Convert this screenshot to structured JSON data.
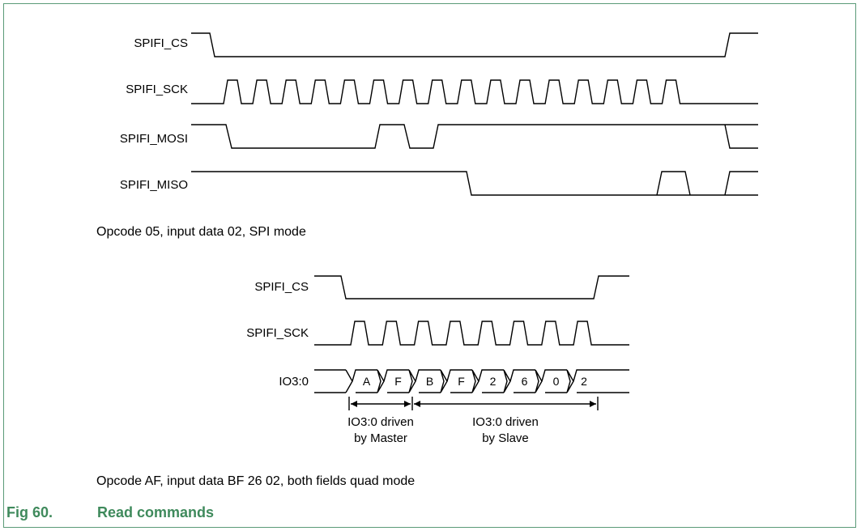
{
  "diagram1": {
    "signals": [
      "SPIFI_CS",
      "SPIFI_SCK",
      "SPIFI_MOSI",
      "SPIFI_MISO"
    ],
    "caption": "Opcode 05, input data 02, SPI mode"
  },
  "diagram2": {
    "signals": [
      "SPIFI_CS",
      "SPIFI_SCK",
      "IO3:0"
    ],
    "nibbles": [
      "A",
      "F",
      "B",
      "F",
      "2",
      "6",
      "0",
      "2"
    ],
    "annotations": [
      {
        "line1": "IO3:0 driven",
        "line2": "by Master"
      },
      {
        "line1": "IO3:0 driven",
        "line2": "by Slave"
      }
    ],
    "caption": "Opcode AF, input data BF 26 02, both fields quad mode"
  },
  "figure": {
    "number": "Fig 60.",
    "title": "Read commands"
  },
  "colors": {
    "border": "#5a9a78",
    "title": "#3f8a5c",
    "line": "#000000"
  }
}
